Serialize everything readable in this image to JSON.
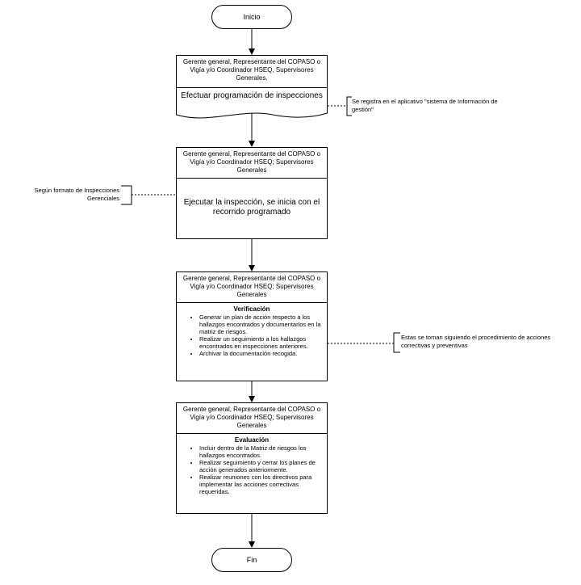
{
  "start": "Inicio",
  "end": "Fin",
  "responsible": {
    "step1": "Gerente general, Representante del COPASO o Vigía y/o Coordinador HSEQ, Supervisores Generales.",
    "step2": "Gerente general, Representante del COPASO o Vigía y/o Coordinador HSEQ; Supervisores Generales",
    "step3": "Gerente general, Representante del COPASO o Vigía y/o Coordinador HSEQ; Supervisores Generales",
    "step4": "Gerente general, Representante del COPASO o Vigía y/o Coordinador HSEQ; Supervisores Generales"
  },
  "step1_text": "Efectuar programación de inspecciones",
  "step2_text": "Ejecutar la inspección, se inicia con el recorrido programado",
  "verificacion": {
    "title": "Verificación",
    "items": [
      "Generar un plan de acción respecto a los hallazgos encontrados y documentarlos en la matriz de riesgos.",
      "Realizar un seguimiento a los hallazgos encontrados en inspecciones anteriores.",
      "Archivar la documentación recogida."
    ]
  },
  "evaluacion": {
    "title": "Evaluación",
    "items": [
      "Incluir dentro de la Matriz de riesgos los hallazgos encontrados.",
      "Realizar seguimiento y cerrar los planes de acción generados anteriormente.",
      "Realizar reuniones con los directivos para implementar las acciones correctivas requeridas."
    ]
  },
  "notes": {
    "registro": "Se registra en el aplicativo \"sistema de Información de gestión\"",
    "formato": "Según formato de Inspecciones Gerenciales",
    "acciones": "Estas se toman siguiendo el procedimiento de acciones correctivas y preventivas"
  }
}
